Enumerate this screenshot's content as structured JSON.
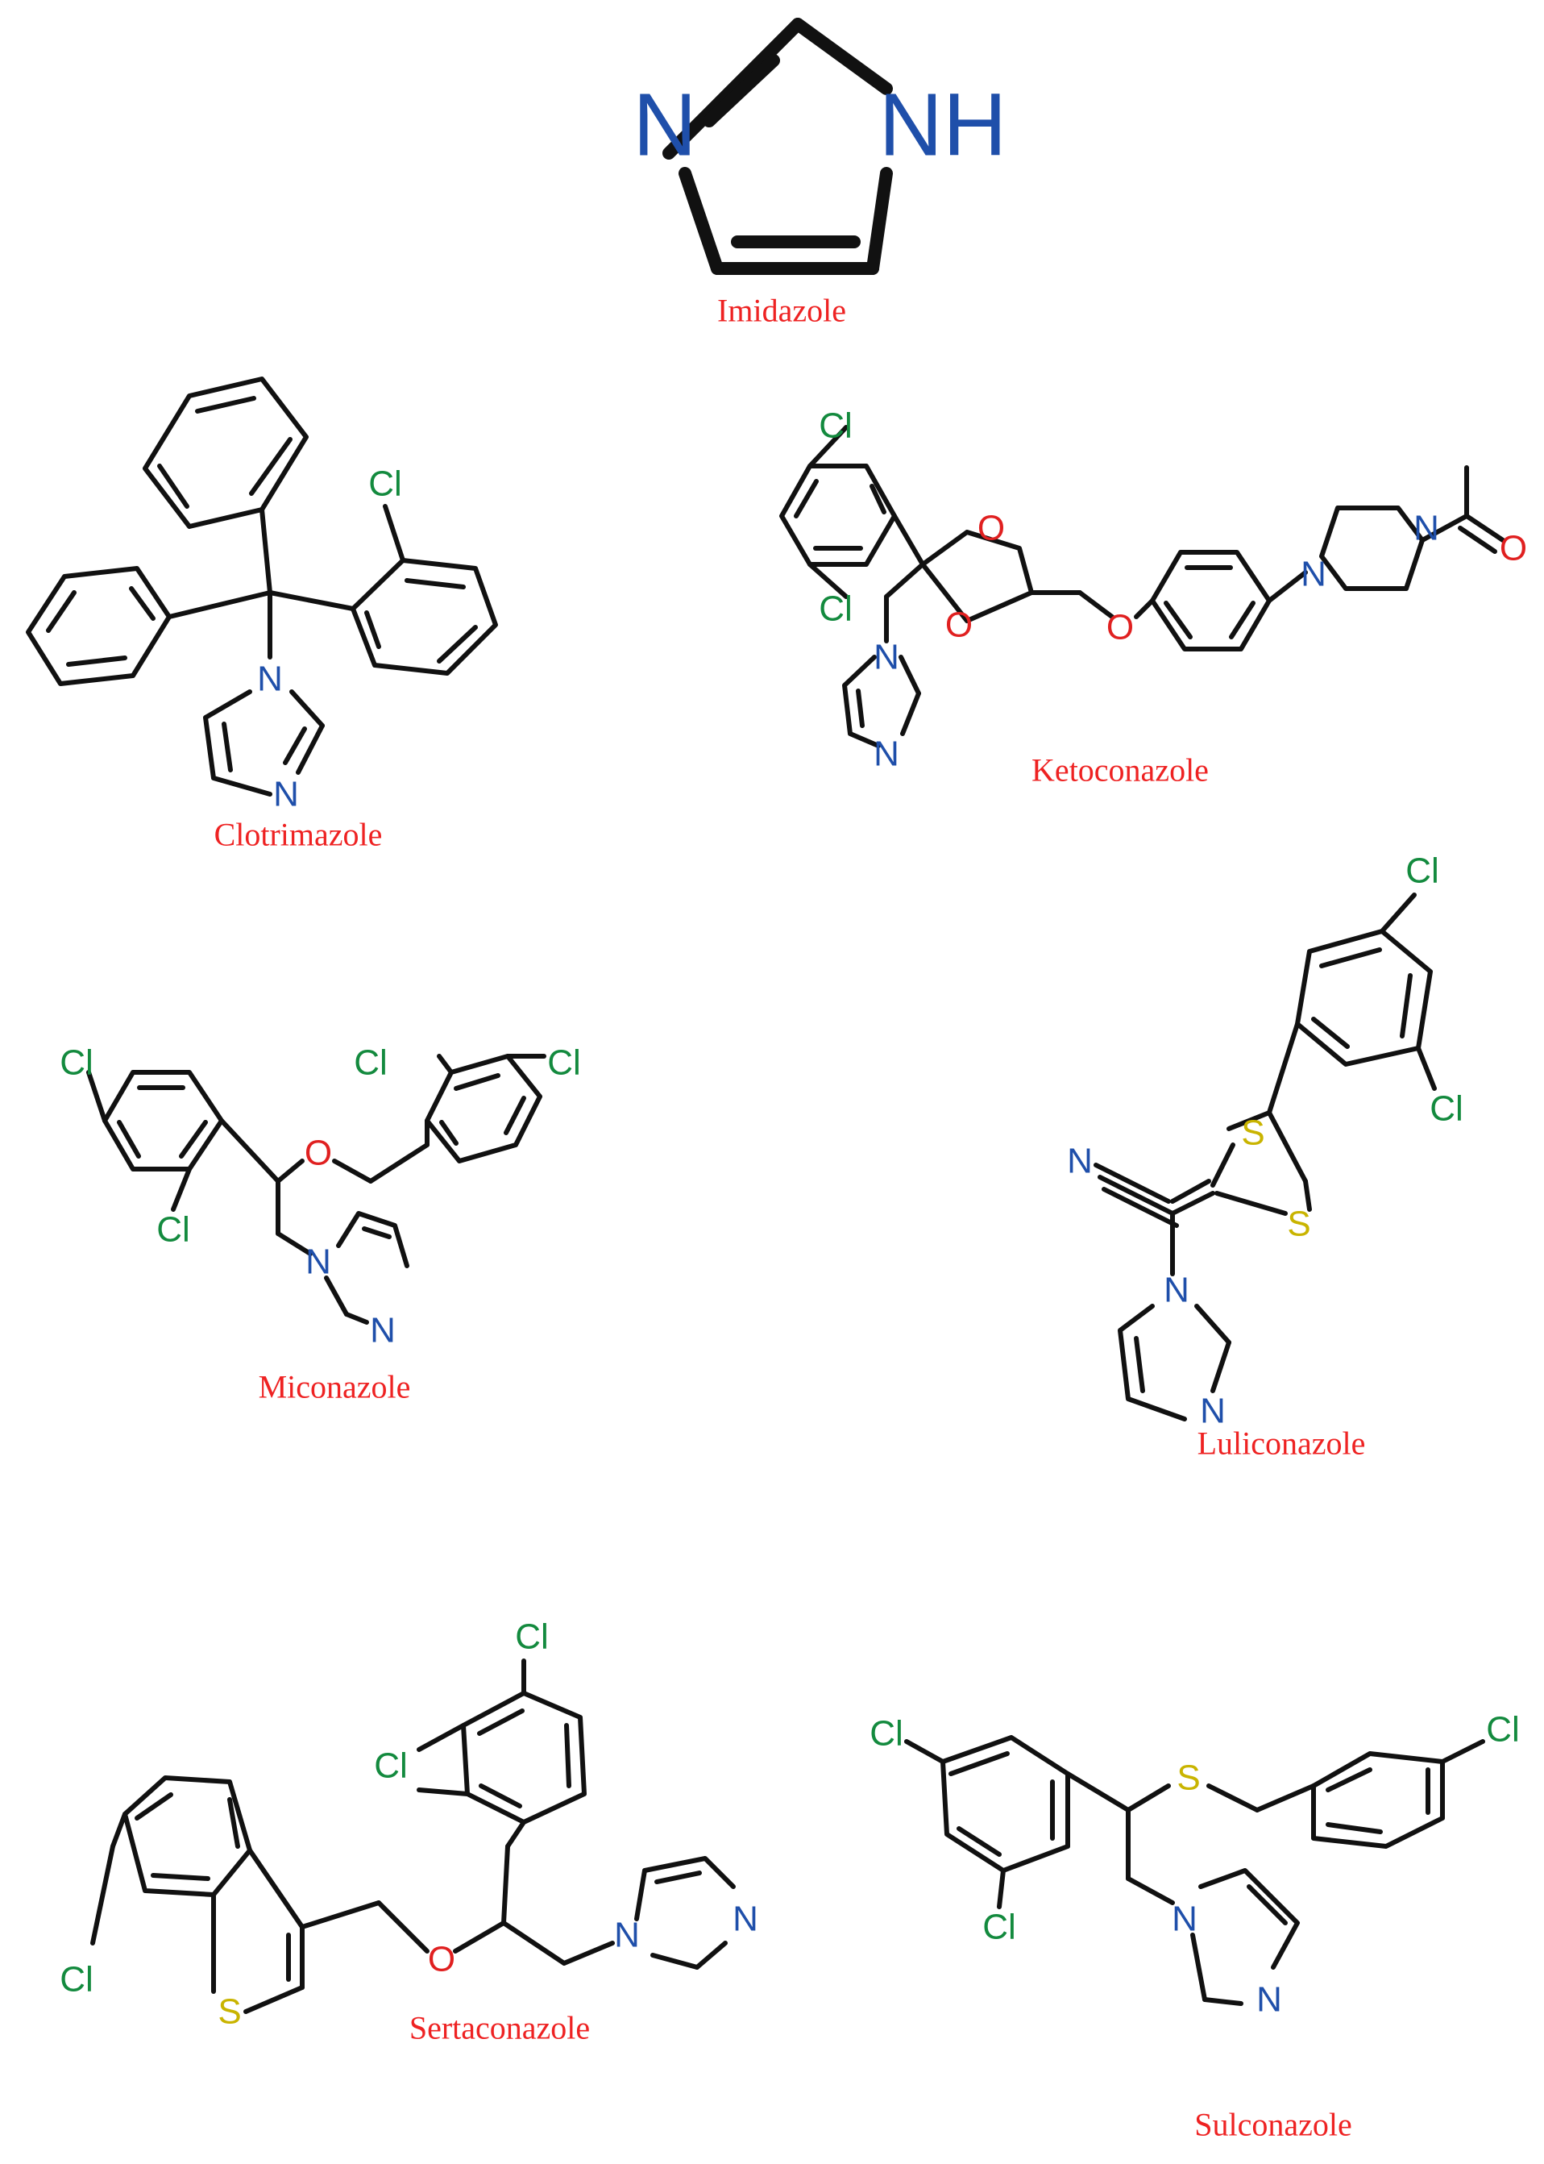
{
  "colors": {
    "bond": "#111111",
    "label": "#ee2222",
    "N": "#1f4faa",
    "Cl": "#138a3e",
    "O": "#e02020",
    "S": "#c9b400"
  },
  "atom_labels": {
    "N": "N",
    "NH": "NH",
    "Cl": "Cl",
    "O": "O",
    "S": "S"
  },
  "molecules": [
    {
      "id": "imidazole",
      "name": "Imidazole"
    },
    {
      "id": "clotrimazole",
      "name": "Clotrimazole"
    },
    {
      "id": "ketoconazole",
      "name": "Ketoconazole"
    },
    {
      "id": "miconazole",
      "name": "Miconazole"
    },
    {
      "id": "luliconazole",
      "name": "Luliconazole"
    },
    {
      "id": "sertaconazole",
      "name": "Sertaconazole"
    },
    {
      "id": "sulconazole",
      "name": "Sulconazole"
    }
  ]
}
